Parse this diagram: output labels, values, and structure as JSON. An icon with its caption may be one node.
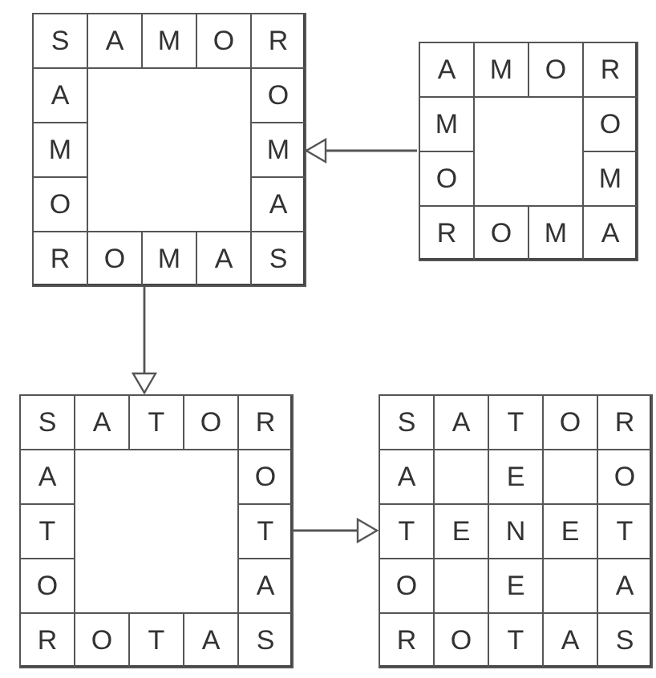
{
  "diagram": {
    "nodes": [
      {
        "text": [],
        "shape": "box"
      },
      {
        "text": [
          "S"
        ],
        "in": 0
      },
      {
        "text": [
          "A"
        ],
        "in": 0
      },
      {
        "text": [
          "M"
        ],
        "in": 0
      },
      {
        "text": [
          "O"
        ],
        "in": 0
      },
      {
        "text": [
          "R"
        ],
        "in": 0
      },
      {
        "text": [
          "A"
        ],
        "in": 0
      },
      {
        "text": [
          "O"
        ],
        "in": 0
      },
      {
        "text": [
          "M"
        ],
        "in": 0
      },
      {
        "text": [
          "M"
        ],
        "in": 0
      },
      {
        "text": [
          "O"
        ],
        "in": 0
      },
      {
        "text": [
          "A"
        ],
        "in": 0
      },
      {
        "text": [
          "R"
        ],
        "in": 0
      },
      {
        "text": [
          "O"
        ],
        "in": 0
      },
      {
        "text": [
          "M"
        ],
        "in": 0
      },
      {
        "text": [
          "A"
        ],
        "in": 0
      },
      {
        "text": [
          "S"
        ],
        "in": 0
      },
      {
        "text": [],
        "shape": "box"
      },
      {
        "text": [
          "A"
        ],
        "in": 17
      },
      {
        "text": [
          "M"
        ],
        "in": 17
      },
      {
        "text": [
          "O"
        ],
        "in": 17
      },
      {
        "text": [
          "R"
        ],
        "in": 17
      },
      {
        "text": [
          "M"
        ],
        "in": 17
      },
      {
        "text": [
          "O"
        ],
        "in": 17
      },
      {
        "text": [
          "O"
        ],
        "in": 17
      },
      {
        "text": [
          "M"
        ],
        "in": 17
      },
      {
        "text": [
          "R"
        ],
        "in": 17
      },
      {
        "text": [
          "O"
        ],
        "in": 17
      },
      {
        "text": [
          "M"
        ],
        "in": 17
      },
      {
        "text": [
          "A"
        ],
        "in": 17
      },
      {
        "text": [],
        "shape": "box"
      },
      {
        "text": [
          "S"
        ],
        "in": 30
      },
      {
        "text": [
          "A"
        ],
        "in": 30
      },
      {
        "text": [
          "T"
        ],
        "in": 30
      },
      {
        "text": [
          "O"
        ],
        "in": 30
      },
      {
        "text": [
          "R"
        ],
        "in": 30
      },
      {
        "text": [
          "A"
        ],
        "in": 30
      },
      {
        "text": [
          "O"
        ],
        "in": 30
      },
      {
        "text": [
          "T"
        ],
        "in": 30
      },
      {
        "text": [
          "T"
        ],
        "in": 30
      },
      {
        "text": [
          "O"
        ],
        "in": 30
      },
      {
        "text": [
          "A"
        ],
        "in": 30
      },
      {
        "text": [
          "R"
        ],
        "in": 30
      },
      {
        "text": [
          "O"
        ],
        "in": 30
      },
      {
        "text": [
          "T"
        ],
        "in": 30
      },
      {
        "text": [
          "A"
        ],
        "in": 30
      },
      {
        "text": [
          "S"
        ],
        "in": 30
      },
      {
        "text": [],
        "shape": "box"
      },
      {
        "text": [
          "S"
        ],
        "in": 47
      },
      {
        "text": [
          "A"
        ],
        "in": 47
      },
      {
        "text": [
          "T"
        ],
        "in": 47
      },
      {
        "text": [
          "O"
        ],
        "in": 47
      },
      {
        "text": [
          "R"
        ],
        "in": 47
      },
      {
        "text": [
          "A"
        ],
        "in": 47
      },
      {
        "text": [
          "E"
        ],
        "in": 47
      },
      {
        "text": [
          "O"
        ],
        "in": 47
      },
      {
        "text": [
          "T"
        ],
        "in": 47
      },
      {
        "text": [
          "E"
        ],
        "in": 47
      },
      {
        "text": [
          "N"
        ],
        "in": 47
      },
      {
        "text": [
          "E"
        ],
        "in": 47
      },
      {
        "text": [
          "T"
        ],
        "in": 47
      },
      {
        "text": [
          "O"
        ],
        "in": 47
      },
      {
        "text": [
          "E"
        ],
        "in": 47
      },
      {
        "text": [
          "A"
        ],
        "in": 47
      },
      {
        "text": [
          "R"
        ],
        "in": 47
      },
      {
        "text": [
          "O"
        ],
        "in": 47
      },
      {
        "text": [
          "T"
        ],
        "in": 47
      },
      {
        "text": [
          "A"
        ],
        "in": 47
      },
      {
        "text": [
          "S"
        ],
        "in": 47
      }
    ],
    "edges": [
      {
        "from": 17,
        "to": 0,
        "arrow": "to"
      },
      {
        "from": 0,
        "to": 30,
        "arrow": "to"
      },
      {
        "from": 30,
        "to": 47,
        "arrow": "to"
      }
    ]
  }
}
